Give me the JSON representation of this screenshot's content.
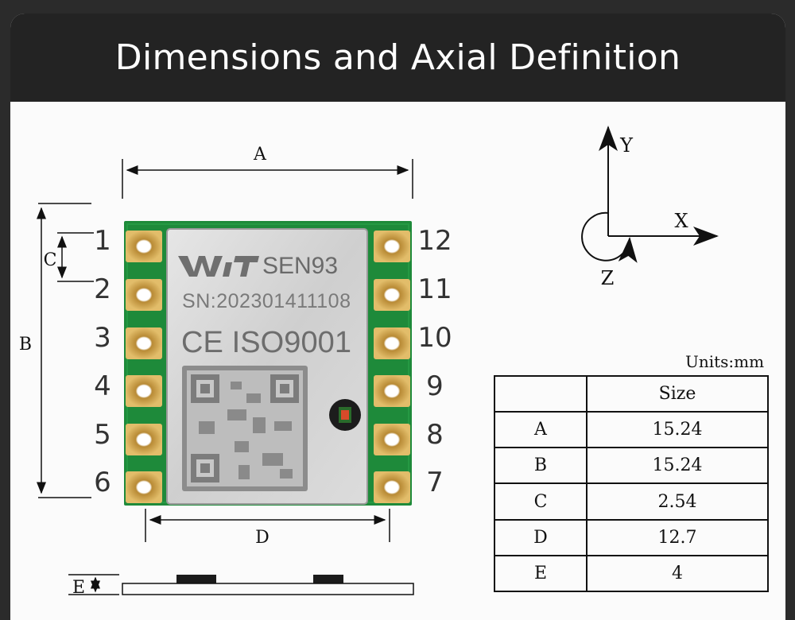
{
  "header": {
    "title": "Dimensions and Axial Definition"
  },
  "module": {
    "brand": "WIT",
    "model": "SEN93",
    "serial": "SN:202301411108",
    "marks": "CE ISO9001"
  },
  "dimension_labels": {
    "a": "A",
    "b": "B",
    "c": "C",
    "d": "D",
    "e": "E"
  },
  "pins": {
    "left": [
      "1",
      "2",
      "3",
      "4",
      "5",
      "6"
    ],
    "right": [
      "12",
      "11",
      "10",
      "9",
      "8",
      "7"
    ]
  },
  "axes": {
    "x": "X",
    "y": "Y",
    "z": "Z"
  },
  "table": {
    "units": "Units:mm",
    "header": "Size",
    "rows": [
      {
        "label": "A",
        "value": "15.24"
      },
      {
        "label": "B",
        "value": "15.24"
      },
      {
        "label": "C",
        "value": "2.54"
      },
      {
        "label": "D",
        "value": "12.7"
      },
      {
        "label": "E",
        "value": "4"
      }
    ]
  },
  "colors": {
    "pcb_green": "#1e8a3a",
    "gold_pad": "#c9a04a",
    "shield_silver": "#d8d8d8",
    "banner_dark": "#232323"
  }
}
